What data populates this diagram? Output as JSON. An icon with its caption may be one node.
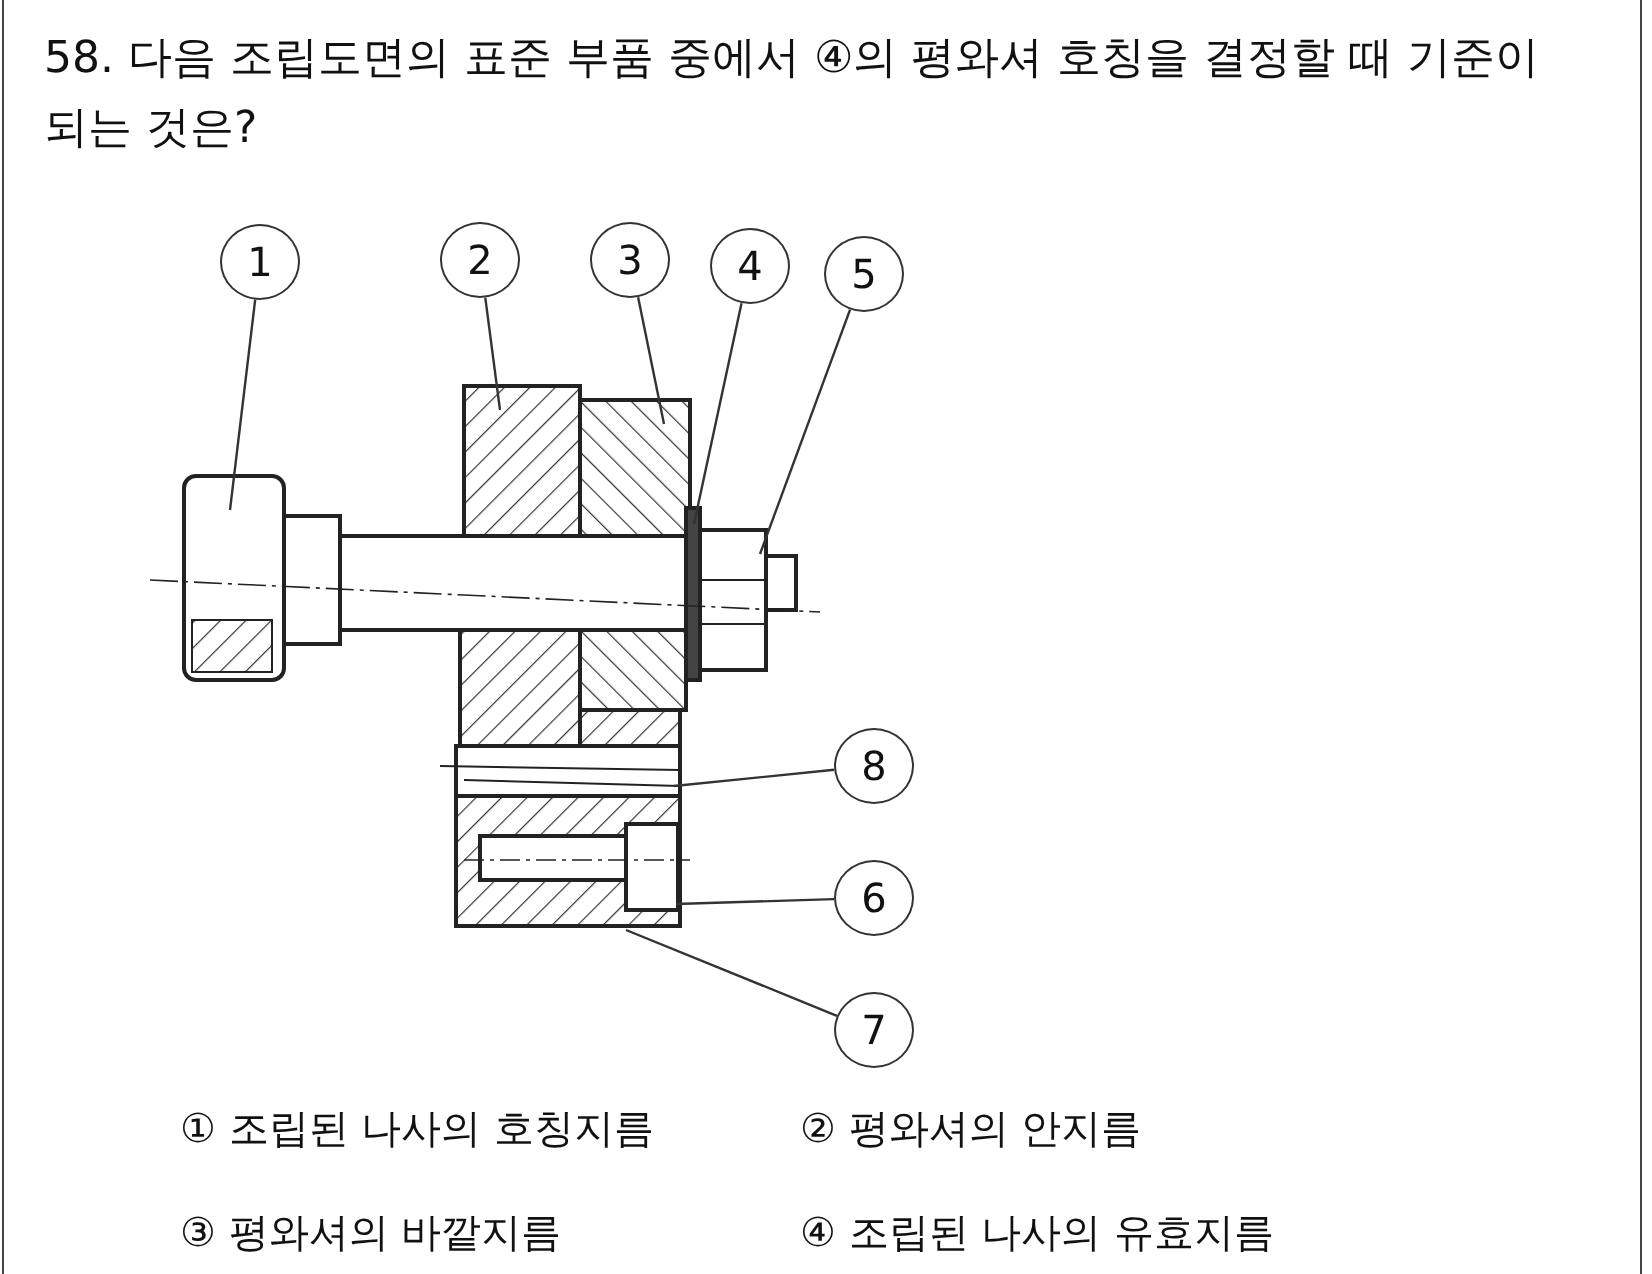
{
  "diagram": {
    "title": "58. 다음 조립도면의 표준 부품 중에서 ④의 평와셔 호칭을 결정할 때 기준이 되는 것은?",
    "nodes": [
      {
        "text": [
          "1"
        ]
      },
      {
        "text": [
          "2"
        ]
      },
      {
        "text": [
          "3"
        ]
      },
      {
        "text": [
          "4"
        ]
      },
      {
        "text": [
          "5"
        ]
      },
      {
        "text": [
          "8"
        ]
      },
      {
        "text": [
          "6"
        ]
      },
      {
        "text": [
          "7"
        ]
      }
    ],
    "edges": [
      {
        "from": 0,
        "to": null,
        "arrow": "none"
      },
      {
        "from": 1,
        "to": null,
        "arrow": "none"
      },
      {
        "from": 2,
        "to": null,
        "arrow": "none"
      },
      {
        "from": 3,
        "to": null,
        "arrow": "none"
      },
      {
        "from": 4,
        "to": null,
        "arrow": "none"
      },
      {
        "from": 5,
        "to": null,
        "arrow": "none"
      },
      {
        "from": 6,
        "to": null,
        "arrow": "none"
      },
      {
        "from": 7,
        "to": null,
        "arrow": "none"
      }
    ],
    "labels": [
      "① 조립된 나사의 호칭지름",
      "② 평와셔의 안지름",
      "③ 평와셔의 바깥지름",
      "④ 조립된 나사의 유효지름"
    ]
  }
}
